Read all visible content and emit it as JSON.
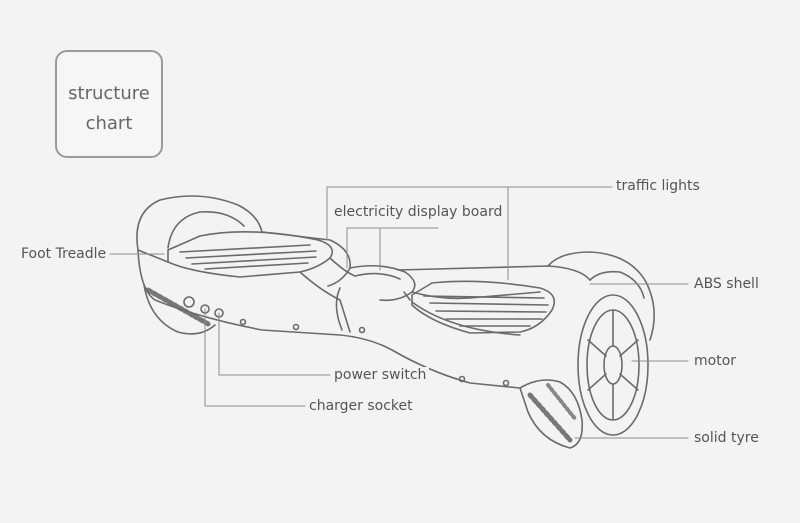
{
  "title": {
    "line1": "structure",
    "line2": "chart"
  },
  "labels": {
    "traffic_lights": "traffic lights",
    "display_board": "electricity display board",
    "foot_treadle": "Foot Treadle",
    "abs_shell": "ABS shell",
    "motor": "motor",
    "power_switch": "power switch",
    "charger_socket": "charger socket",
    "solid_tyre": "solid tyre"
  },
  "colors": {
    "background": "#f3f3f3",
    "line": "#6b6b6b",
    "leader": "#8c8c8c",
    "text": "#555555"
  }
}
